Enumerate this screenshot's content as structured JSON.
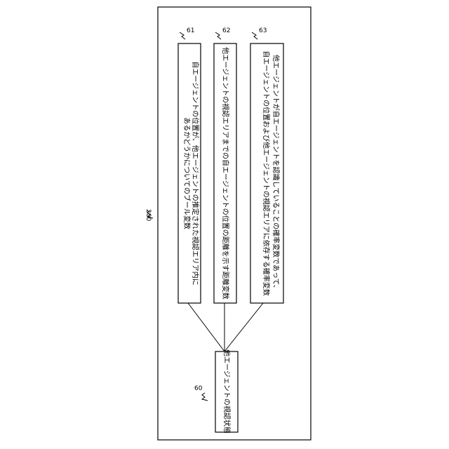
{
  "figure": {
    "number": "200",
    "root": {
      "ref": "60",
      "text": "他エージェントの視認状態"
    },
    "children": [
      {
        "ref": "61",
        "lines": [
          "自エージェントの位置が、他エージェントの推定された視認エリア内に",
          "あるかどうかについてのブール変数"
        ]
      },
      {
        "ref": "62",
        "lines": [
          "他エージェントの視認エリアまでの自エージェントの位置の距離を示す距離変数"
        ]
      },
      {
        "ref": "63",
        "lines": [
          "他エージェントが自エージェントを認識していることの確率変数であって、",
          "自エージェントの位置および他エージェントの視認エリアに依存する確率変数"
        ]
      }
    ]
  }
}
